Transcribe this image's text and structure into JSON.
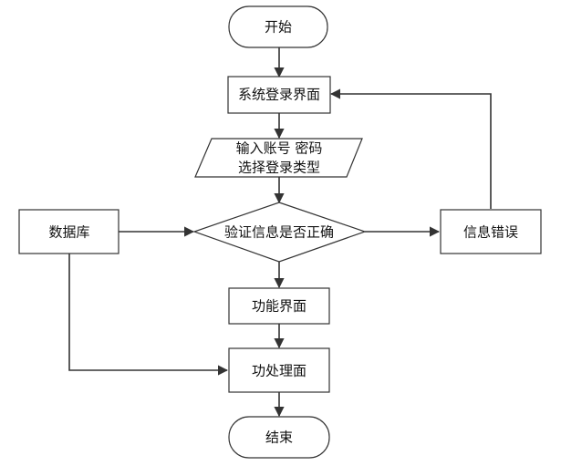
{
  "diagram": {
    "type": "flowchart",
    "nodes": {
      "start": "开始",
      "login_screen": "系统登录界面",
      "input_line1": "输入账号 密码",
      "input_line2": "选择登录类型",
      "decision": "验证信息是否正确",
      "database": "数据库",
      "error": "信息错误",
      "function_screen": "功能界面",
      "processing_screen": "功处理面",
      "end": "结束"
    },
    "edges": [
      {
        "from": "start",
        "to": "login_screen"
      },
      {
        "from": "login_screen",
        "to": "input"
      },
      {
        "from": "input",
        "to": "decision"
      },
      {
        "from": "database",
        "to": "decision"
      },
      {
        "from": "decision",
        "to": "error"
      },
      {
        "from": "error",
        "to": "login_screen"
      },
      {
        "from": "decision",
        "to": "function_screen"
      },
      {
        "from": "function_screen",
        "to": "processing_screen"
      },
      {
        "from": "database",
        "to": "processing_screen"
      },
      {
        "from": "processing_screen",
        "to": "end"
      }
    ]
  }
}
